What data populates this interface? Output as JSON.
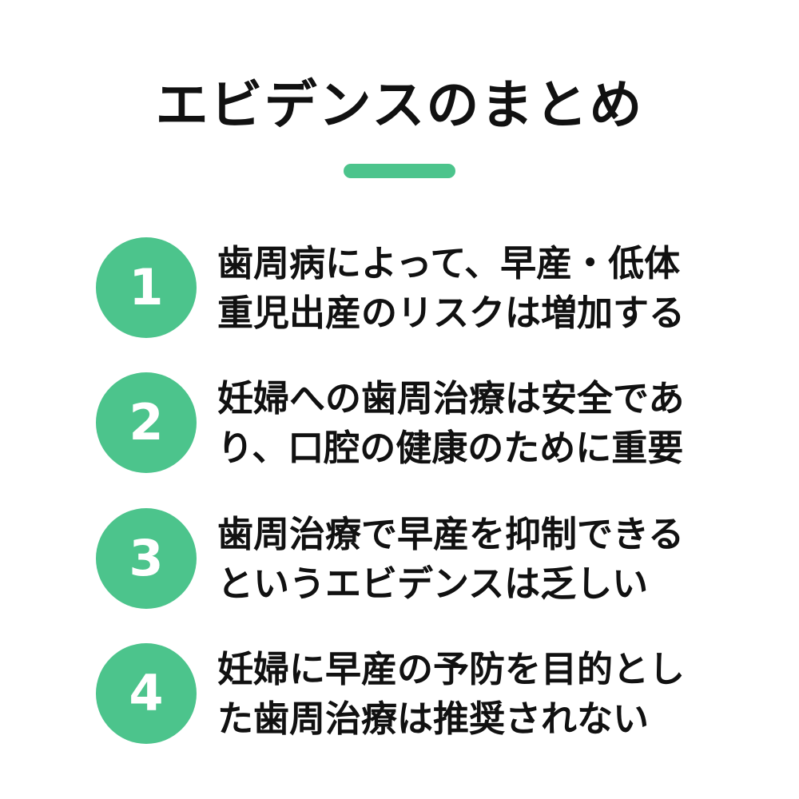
{
  "title": "エビデンスのまとめ",
  "accent_color": "#4cc48c",
  "items": [
    {
      "number": "1",
      "lines": [
        "歯周病によって、早産・低体",
        "重児出産のリスクは増加する"
      ]
    },
    {
      "number": "2",
      "lines": [
        "妊婦への歯周治療は安全であ",
        "り、口腔の健康のために重要"
      ]
    },
    {
      "number": "3",
      "lines": [
        "歯周治療で早産を抑制できる",
        "というエビデンスは乏しい"
      ]
    },
    {
      "number": "4",
      "lines": [
        "妊婦に早産の予防を目的とし",
        "た歯周治療は推奨されない"
      ]
    }
  ]
}
